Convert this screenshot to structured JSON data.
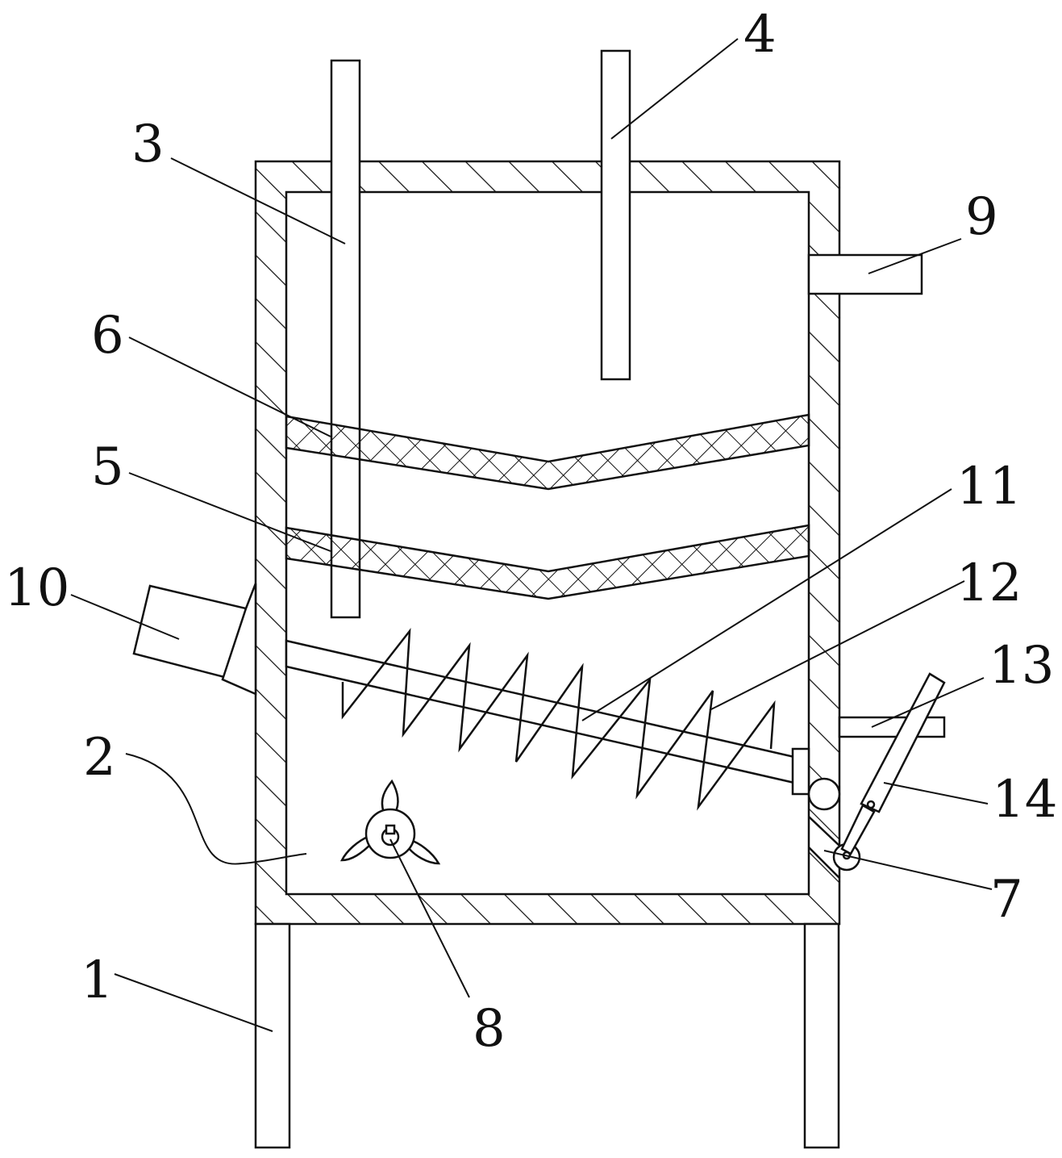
{
  "diagram": {
    "stroke_color": "#111111",
    "background": "#ffffff",
    "labels": [
      {
        "id": "1",
        "text": "1"
      },
      {
        "id": "2",
        "text": "2"
      },
      {
        "id": "3",
        "text": "3"
      },
      {
        "id": "4",
        "text": "4"
      },
      {
        "id": "5",
        "text": "5"
      },
      {
        "id": "6",
        "text": "6"
      },
      {
        "id": "7",
        "text": "7"
      },
      {
        "id": "8",
        "text": "8"
      },
      {
        "id": "9",
        "text": "9"
      },
      {
        "id": "10",
        "text": "10"
      },
      {
        "id": "11",
        "text": "11"
      },
      {
        "id": "12",
        "text": "12"
      },
      {
        "id": "13",
        "text": "13"
      },
      {
        "id": "14",
        "text": "14"
      }
    ]
  }
}
